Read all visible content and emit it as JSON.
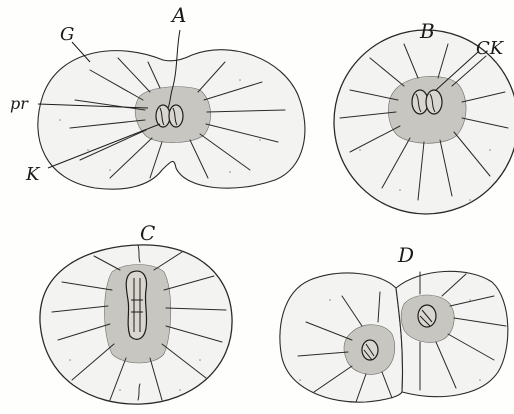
{
  "labels": {
    "G": "G",
    "A": "A",
    "pr": "pr",
    "K": "K",
    "B": "B",
    "CK": "CK",
    "C": "C",
    "D": "D"
  }
}
